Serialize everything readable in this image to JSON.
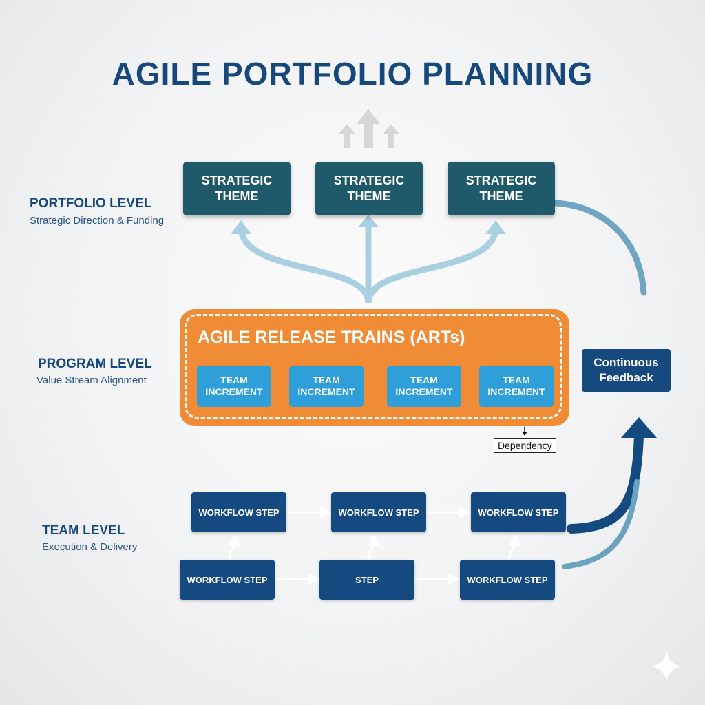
{
  "title": "AGILE PORTFOLIO PLANNING",
  "levels": {
    "portfolio": {
      "label": "PORTFOLIO LEVEL",
      "sub": "Strategic Direction & Funding"
    },
    "program": {
      "label": "PROGRAM LEVEL",
      "sub": "Value Stream Alignment"
    },
    "team": {
      "label": "TEAM LEVEL",
      "sub": "Execution & Delivery"
    }
  },
  "themes": [
    "STRATEGIC THEME",
    "STRATEGIC THEME",
    "STRATEGIC THEME"
  ],
  "art": {
    "title": "AGILE RELEASE TRAINS (ARTs)",
    "increments": [
      "TEAM INCREMENT",
      "TEAM INCREMENT",
      "TEAM INCREMENT",
      "TEAM INCREMENT"
    ],
    "dependency": "Dependency"
  },
  "workflow": {
    "top": [
      "WORKFLOW STEP",
      "WORKFLOW STEP",
      "WORKFLOW STEP"
    ],
    "bottom": [
      "WORKFLOW STEP",
      "STEP",
      "WORKFLOW STEP"
    ]
  },
  "feedback": "Continuous Feedback",
  "colors": {
    "title": "#17487c",
    "theme": "#1f5a6b",
    "art": "#ef8c35",
    "increment": "#2e9fd8",
    "workflow": "#154a80"
  }
}
